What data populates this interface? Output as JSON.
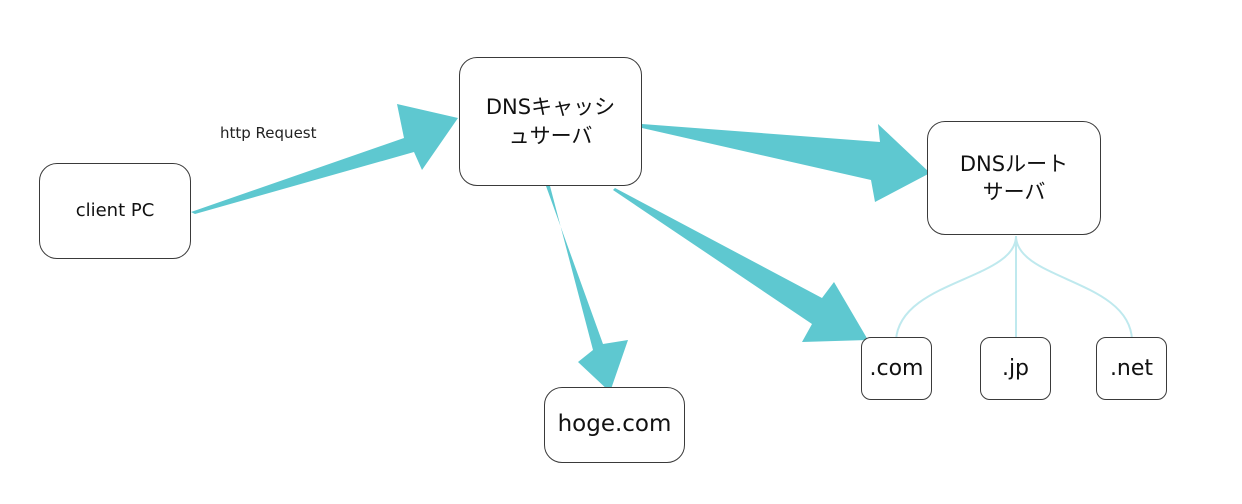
{
  "colors": {
    "arrow": "#5ec8d0",
    "branch": "#bfe9ee",
    "border": "#3a3a3a",
    "text": "#111111"
  },
  "nodes": {
    "client": "client PC",
    "cache": "DNSキャッシ\nュサーバ",
    "root": "DNSルート\nサーバ",
    "hoge": "hoge.com",
    "com": ".com",
    "jp": ".jp",
    "net": ".net"
  },
  "labels": {
    "http_request": "http Request"
  }
}
